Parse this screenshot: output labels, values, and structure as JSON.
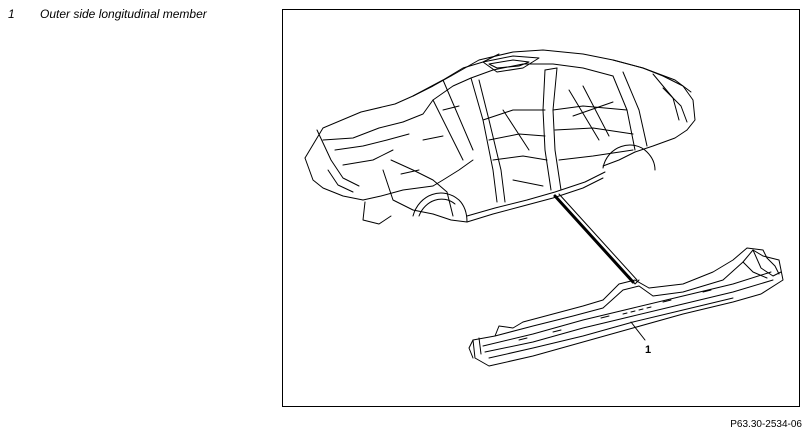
{
  "legend": {
    "number": "1",
    "label": "Outer side longitudinal member"
  },
  "diagram": {
    "callout_number": "1"
  },
  "figure_id": "P63.30-2534-06"
}
